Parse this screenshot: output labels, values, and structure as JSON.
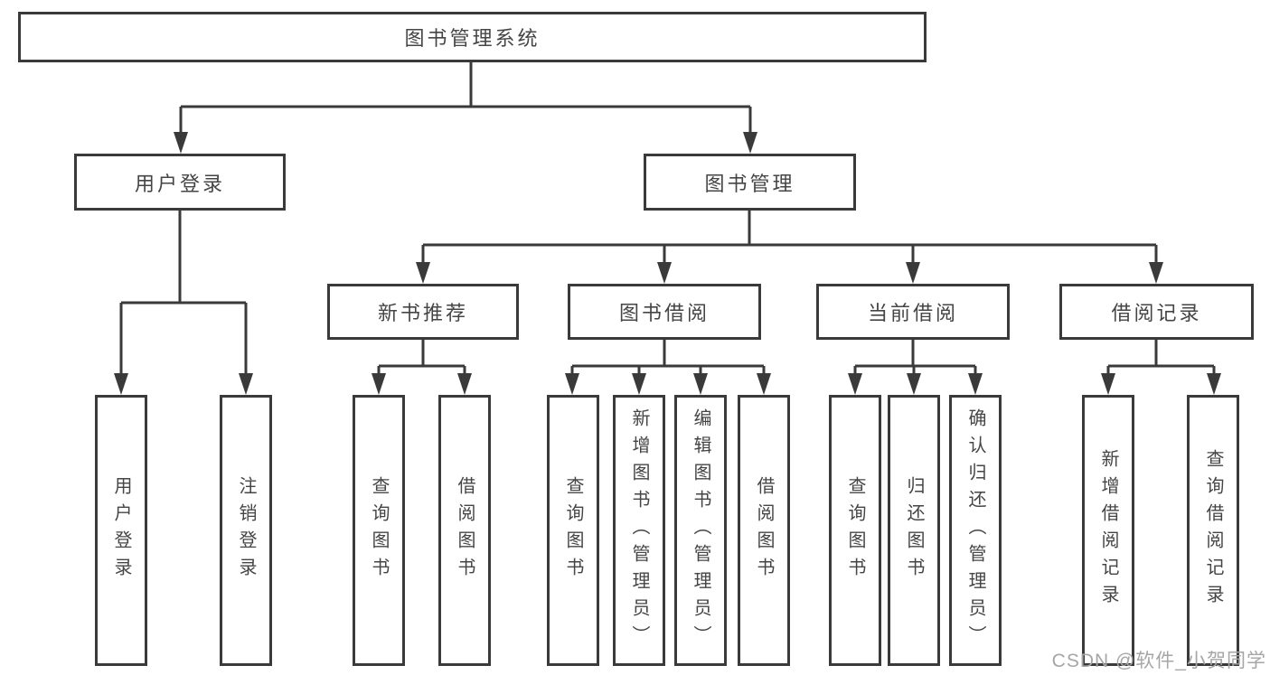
{
  "tree": {
    "root": {
      "label": "图书管理系统"
    },
    "level2": [
      {
        "label": "用户登录"
      },
      {
        "label": "图书管理"
      }
    ],
    "level3": [
      {
        "label": "新书推荐"
      },
      {
        "label": "图书借阅"
      },
      {
        "label": "当前借阅"
      },
      {
        "label": "借阅记录"
      }
    ],
    "leaves": {
      "user_login": [
        {
          "label": "用户登录"
        },
        {
          "label": "注销登录"
        }
      ],
      "new_books": [
        {
          "label": "查询图书"
        },
        {
          "label": "借阅图书"
        }
      ],
      "book_borrow": [
        {
          "label": "查询图书"
        },
        {
          "label": "新增图书（管理员）"
        },
        {
          "label": "编辑图书（管理员）"
        },
        {
          "label": "借阅图书"
        }
      ],
      "current_borrow": [
        {
          "label": "查询图书"
        },
        {
          "label": "归还图书"
        },
        {
          "label": "确认归还（管理员）"
        }
      ],
      "borrow_records": [
        {
          "label": "新增借阅记录"
        },
        {
          "label": "查询借阅记录"
        }
      ]
    }
  },
  "watermark": {
    "text": "CSDN @软件_小贺同学"
  },
  "colors": {
    "line": "#3a3a3a",
    "box_border": "#3a3a3a",
    "text": "#454545",
    "watermark": "#a6a6a6",
    "background": "#ffffff"
  }
}
